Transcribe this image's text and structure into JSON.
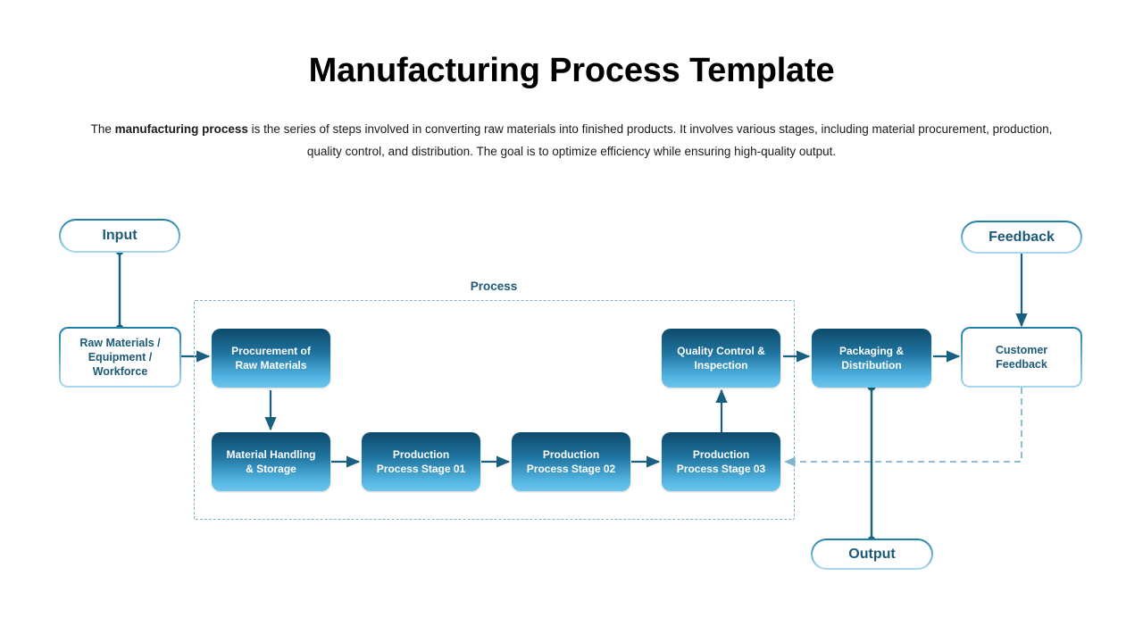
{
  "header": {
    "title": "Manufacturing Process Template",
    "description_part1": "The ",
    "description_bold": "manufacturing process",
    "description_part2": " is the series of steps involved in converting raw materials into finished products. It involves various stages, including material procurement, production, quality control, and distribution. The goal is to optimize efficiency while ensuring high-quality output."
  },
  "diagram": {
    "process_zone_label": "Process",
    "pills": {
      "input": "Input",
      "output": "Output",
      "feedback": "Feedback"
    },
    "outline_boxes": {
      "raw_materials": "Raw Materials /\nEquipment /\nWorkforce",
      "raw_materials_line1": "Raw Materials /",
      "raw_materials_line2": "Equipment /",
      "raw_materials_line3": "Workforce",
      "customer_feedback_line1": "Customer",
      "customer_feedback_line2": "Feedback"
    },
    "process_boxes": [
      {
        "id": "procurement",
        "line1": "Procurement of",
        "line2": "Raw Materials"
      },
      {
        "id": "material-handling",
        "line1": "Material Handling",
        "line2": "& Storage"
      },
      {
        "id": "production-stage-01",
        "line1": "Production",
        "line2": "Process Stage 01"
      },
      {
        "id": "production-stage-02",
        "line1": "Production",
        "line2": "Process Stage 02"
      },
      {
        "id": "production-stage-03",
        "line1": "Production",
        "line2": "Process Stage 03"
      },
      {
        "id": "quality-control",
        "line1": "Quality Control &",
        "line2": "Inspection"
      },
      {
        "id": "packaging",
        "line1": "Packaging &",
        "line2": "Distribution"
      }
    ],
    "colors": {
      "box_gradient_top": "#0d4a6b",
      "box_gradient_bottom": "#6cc5ec",
      "outline_stroke_top": "#1d7fa8",
      "outline_stroke_bottom": "#a8daf1",
      "connector": "#18607f",
      "dashed_boundary": "#7fb3cc",
      "text_dark": "#1b5a78",
      "title": "#000000"
    }
  }
}
